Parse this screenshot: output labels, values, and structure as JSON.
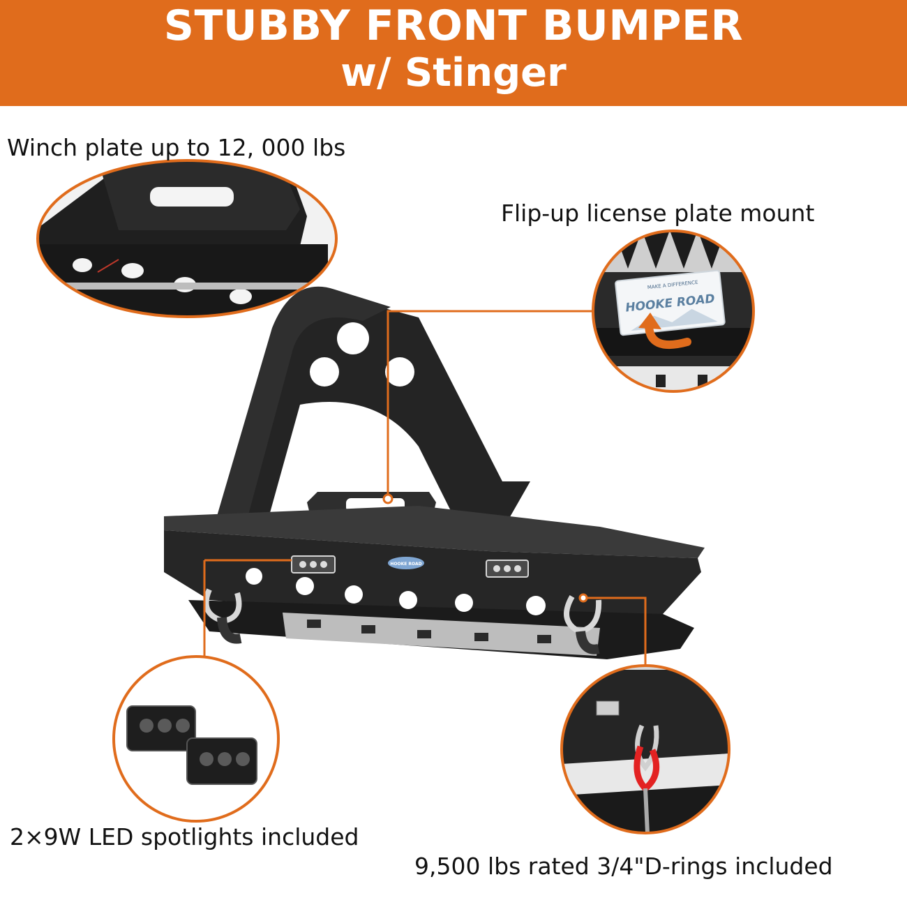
{
  "banner": {
    "title_line1": "STUBBY FRONT BUMPER",
    "title_line2": "w/ Stinger",
    "color": "#e06c1c"
  },
  "callouts": {
    "winch": "Winch plate up to 12, 000 lbs",
    "plate": "Flip-up license plate mount",
    "led": "2×9W LED spotlights included",
    "dring": "9,500 lbs rated 3/4\"D-rings included"
  },
  "plate_detail": {
    "tagline": "MAKE A DIFFERENCE",
    "brand": "HOOKE ROAD"
  },
  "bumper_badge": "HOOKE ROAD",
  "accent_color": "#e06c1c"
}
